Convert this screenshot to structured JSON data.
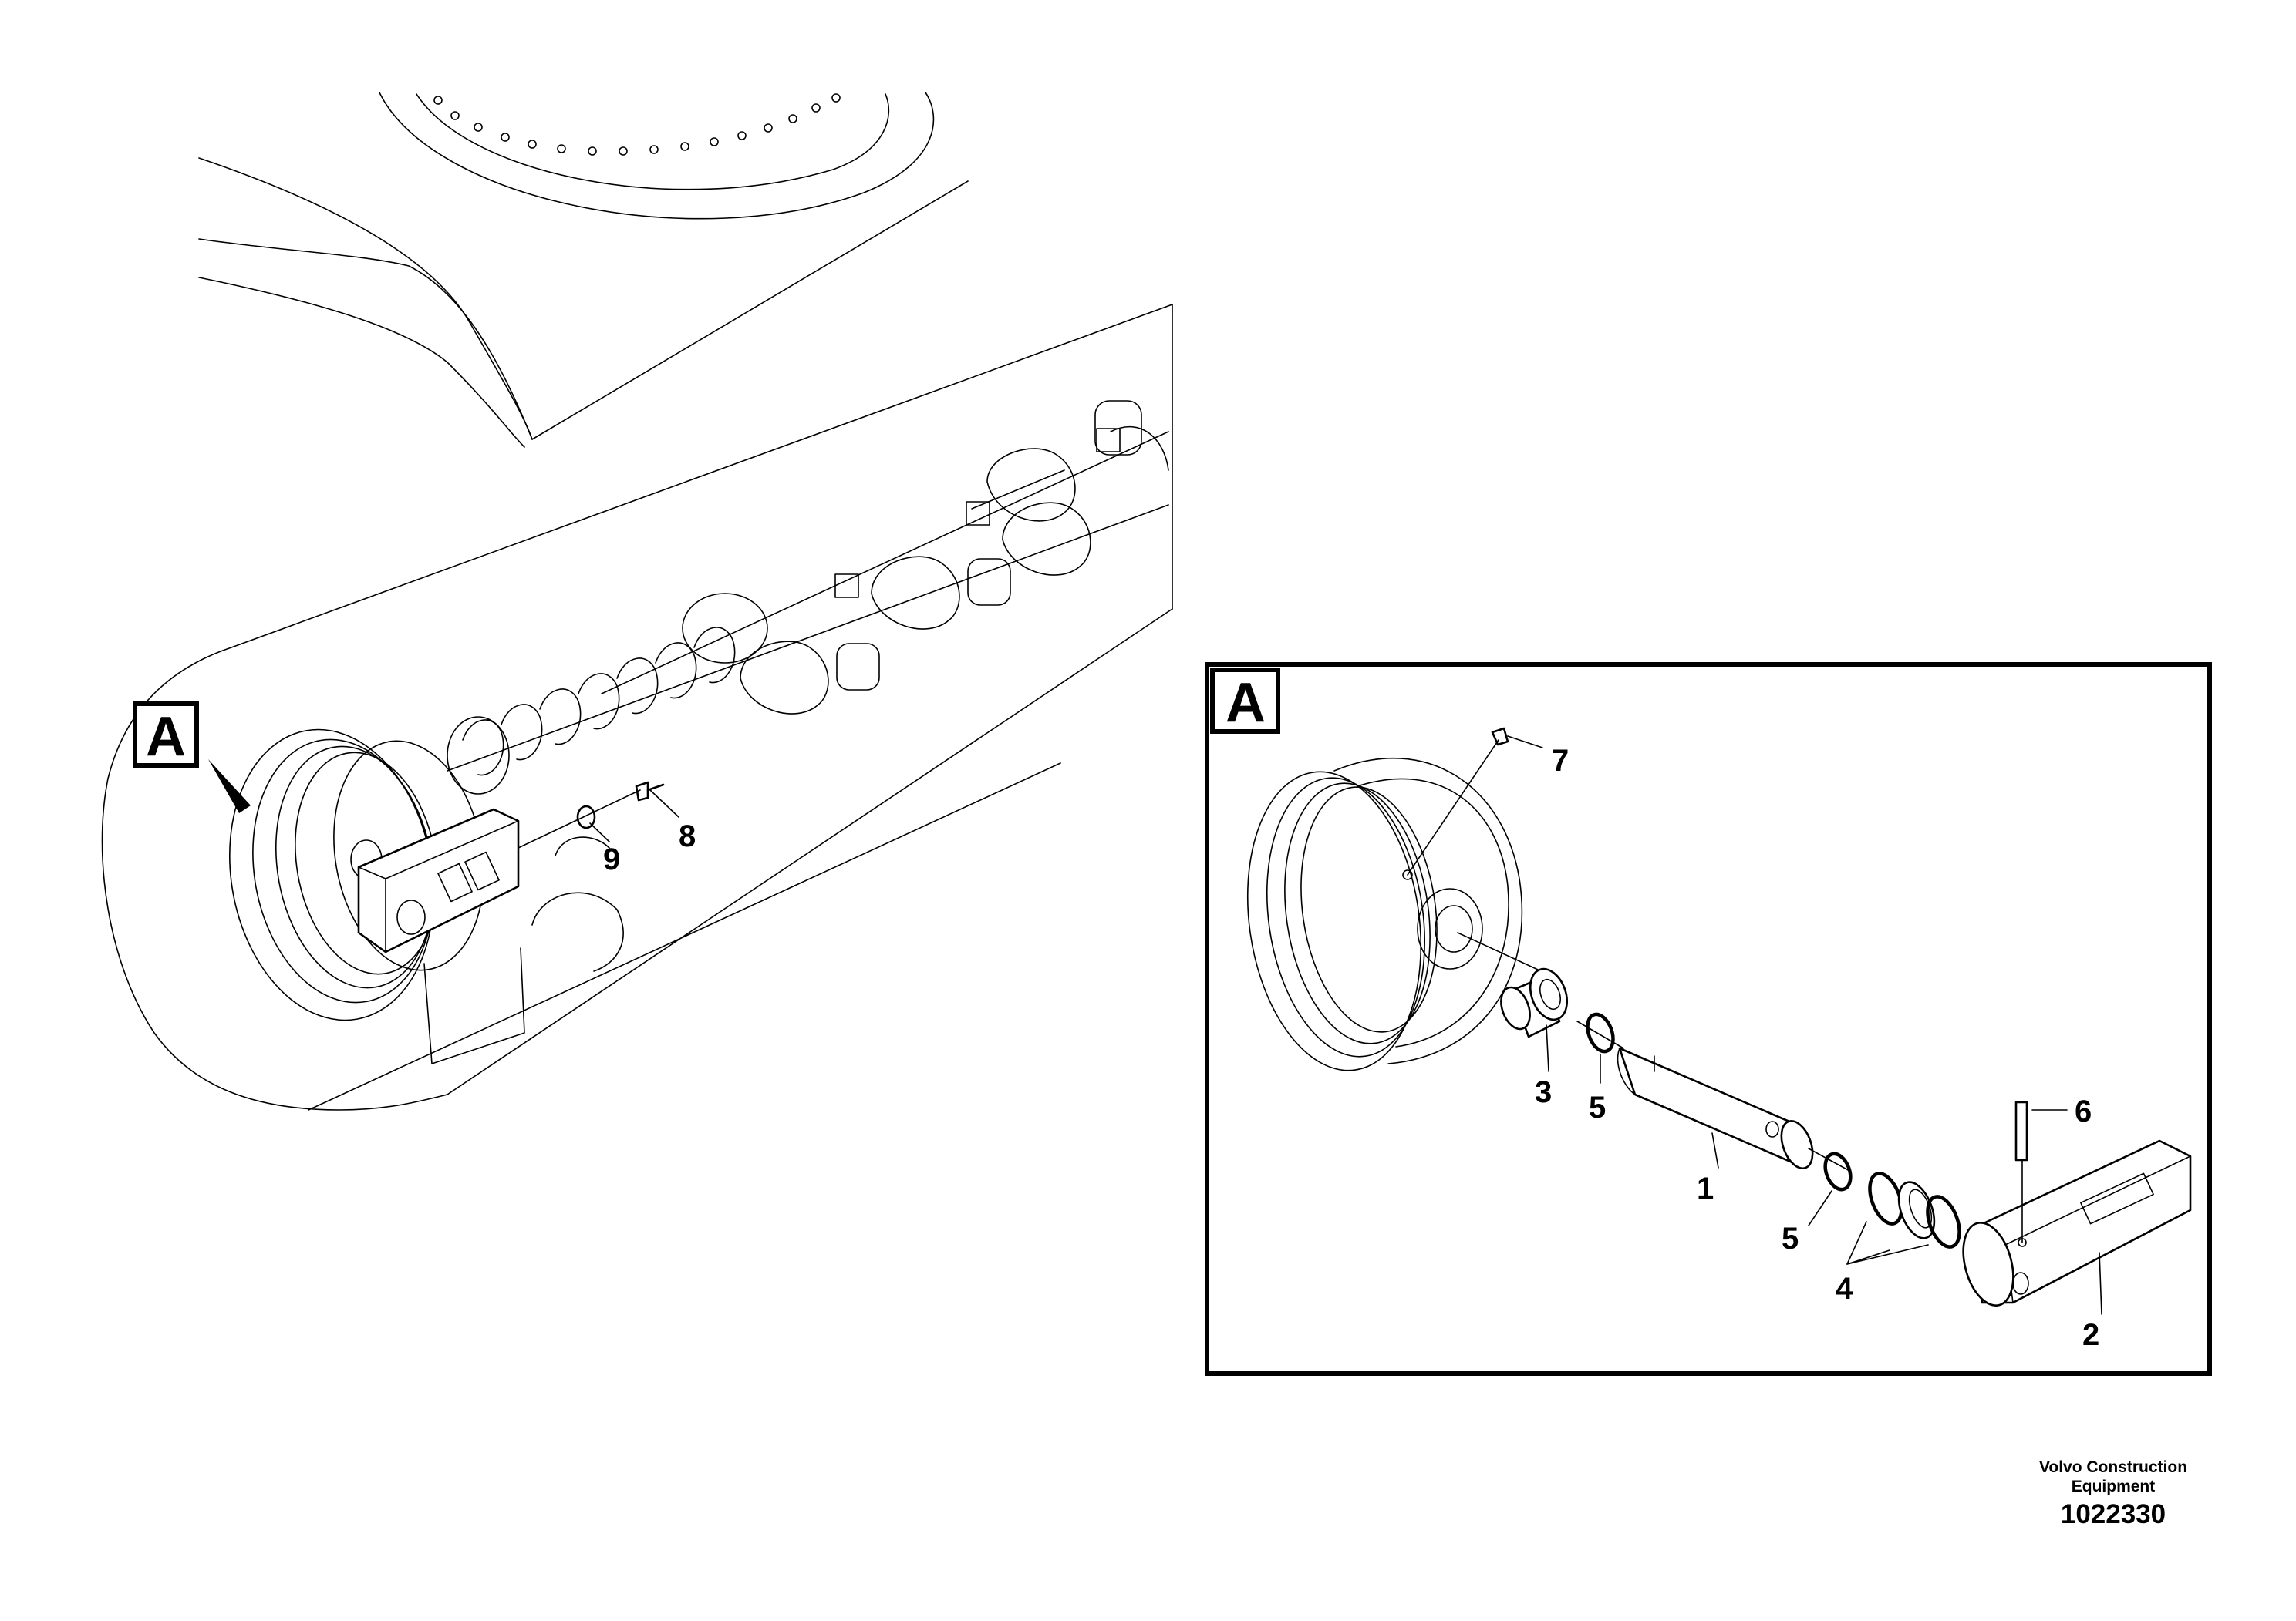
{
  "view_labels": {
    "overview_box": "A",
    "detail_box": "A"
  },
  "callouts": {
    "c1": "1",
    "c2": "2",
    "c3": "3",
    "c4": "4",
    "c5a": "5",
    "c5b": "5",
    "c6": "6",
    "c7": "7",
    "c8": "8",
    "c9": "9"
  },
  "footer": {
    "brand_line1": "Volvo Construction",
    "brand_line2": "Equipment",
    "drawing_number": "1022330"
  }
}
